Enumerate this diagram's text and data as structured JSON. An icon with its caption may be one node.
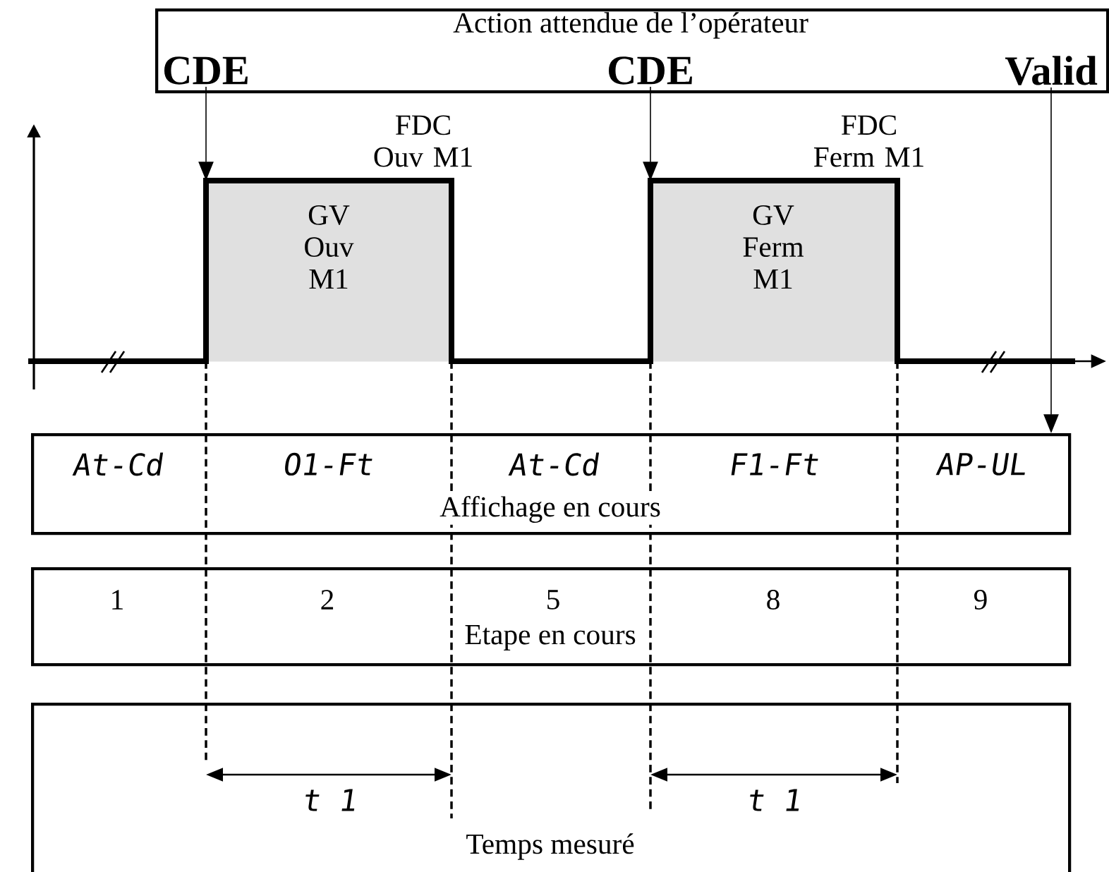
{
  "diagram": {
    "nodes": [
      {
        "text": [
          "Action attendue de l’opérateur"
        ]
      },
      {
        "text": [
          "CDE"
        ],
        "in": 0
      },
      {
        "text": [
          "CDE"
        ],
        "in": 0
      },
      {
        "text": [
          "Valid"
        ],
        "in": 0
      },
      {
        "text": [
          "GV Ouv M1"
        ]
      },
      {
        "text": [
          "GV Ferm M1"
        ]
      },
      {
        "text": [
          "At-Cd",
          "O1-Ft",
          "At-Cd",
          "F1-Ft",
          "AP-UL",
          "Affichage en cours"
        ]
      },
      {
        "text": [
          "1",
          "2",
          "5",
          "8",
          "9",
          "Etape en cours"
        ]
      },
      {
        "text": [
          "Temps mesuré"
        ]
      }
    ],
    "edges": [
      {
        "from": 1,
        "to": 4,
        "arrow": "to"
      },
      {
        "from": 2,
        "to": 5,
        "arrow": "to"
      },
      {
        "from": 3,
        "to": 6,
        "arrow": "to"
      }
    ],
    "labels": [
      "FDC Ouv M1",
      "FDC Ferm M1",
      "t 1",
      "t 1"
    ]
  }
}
